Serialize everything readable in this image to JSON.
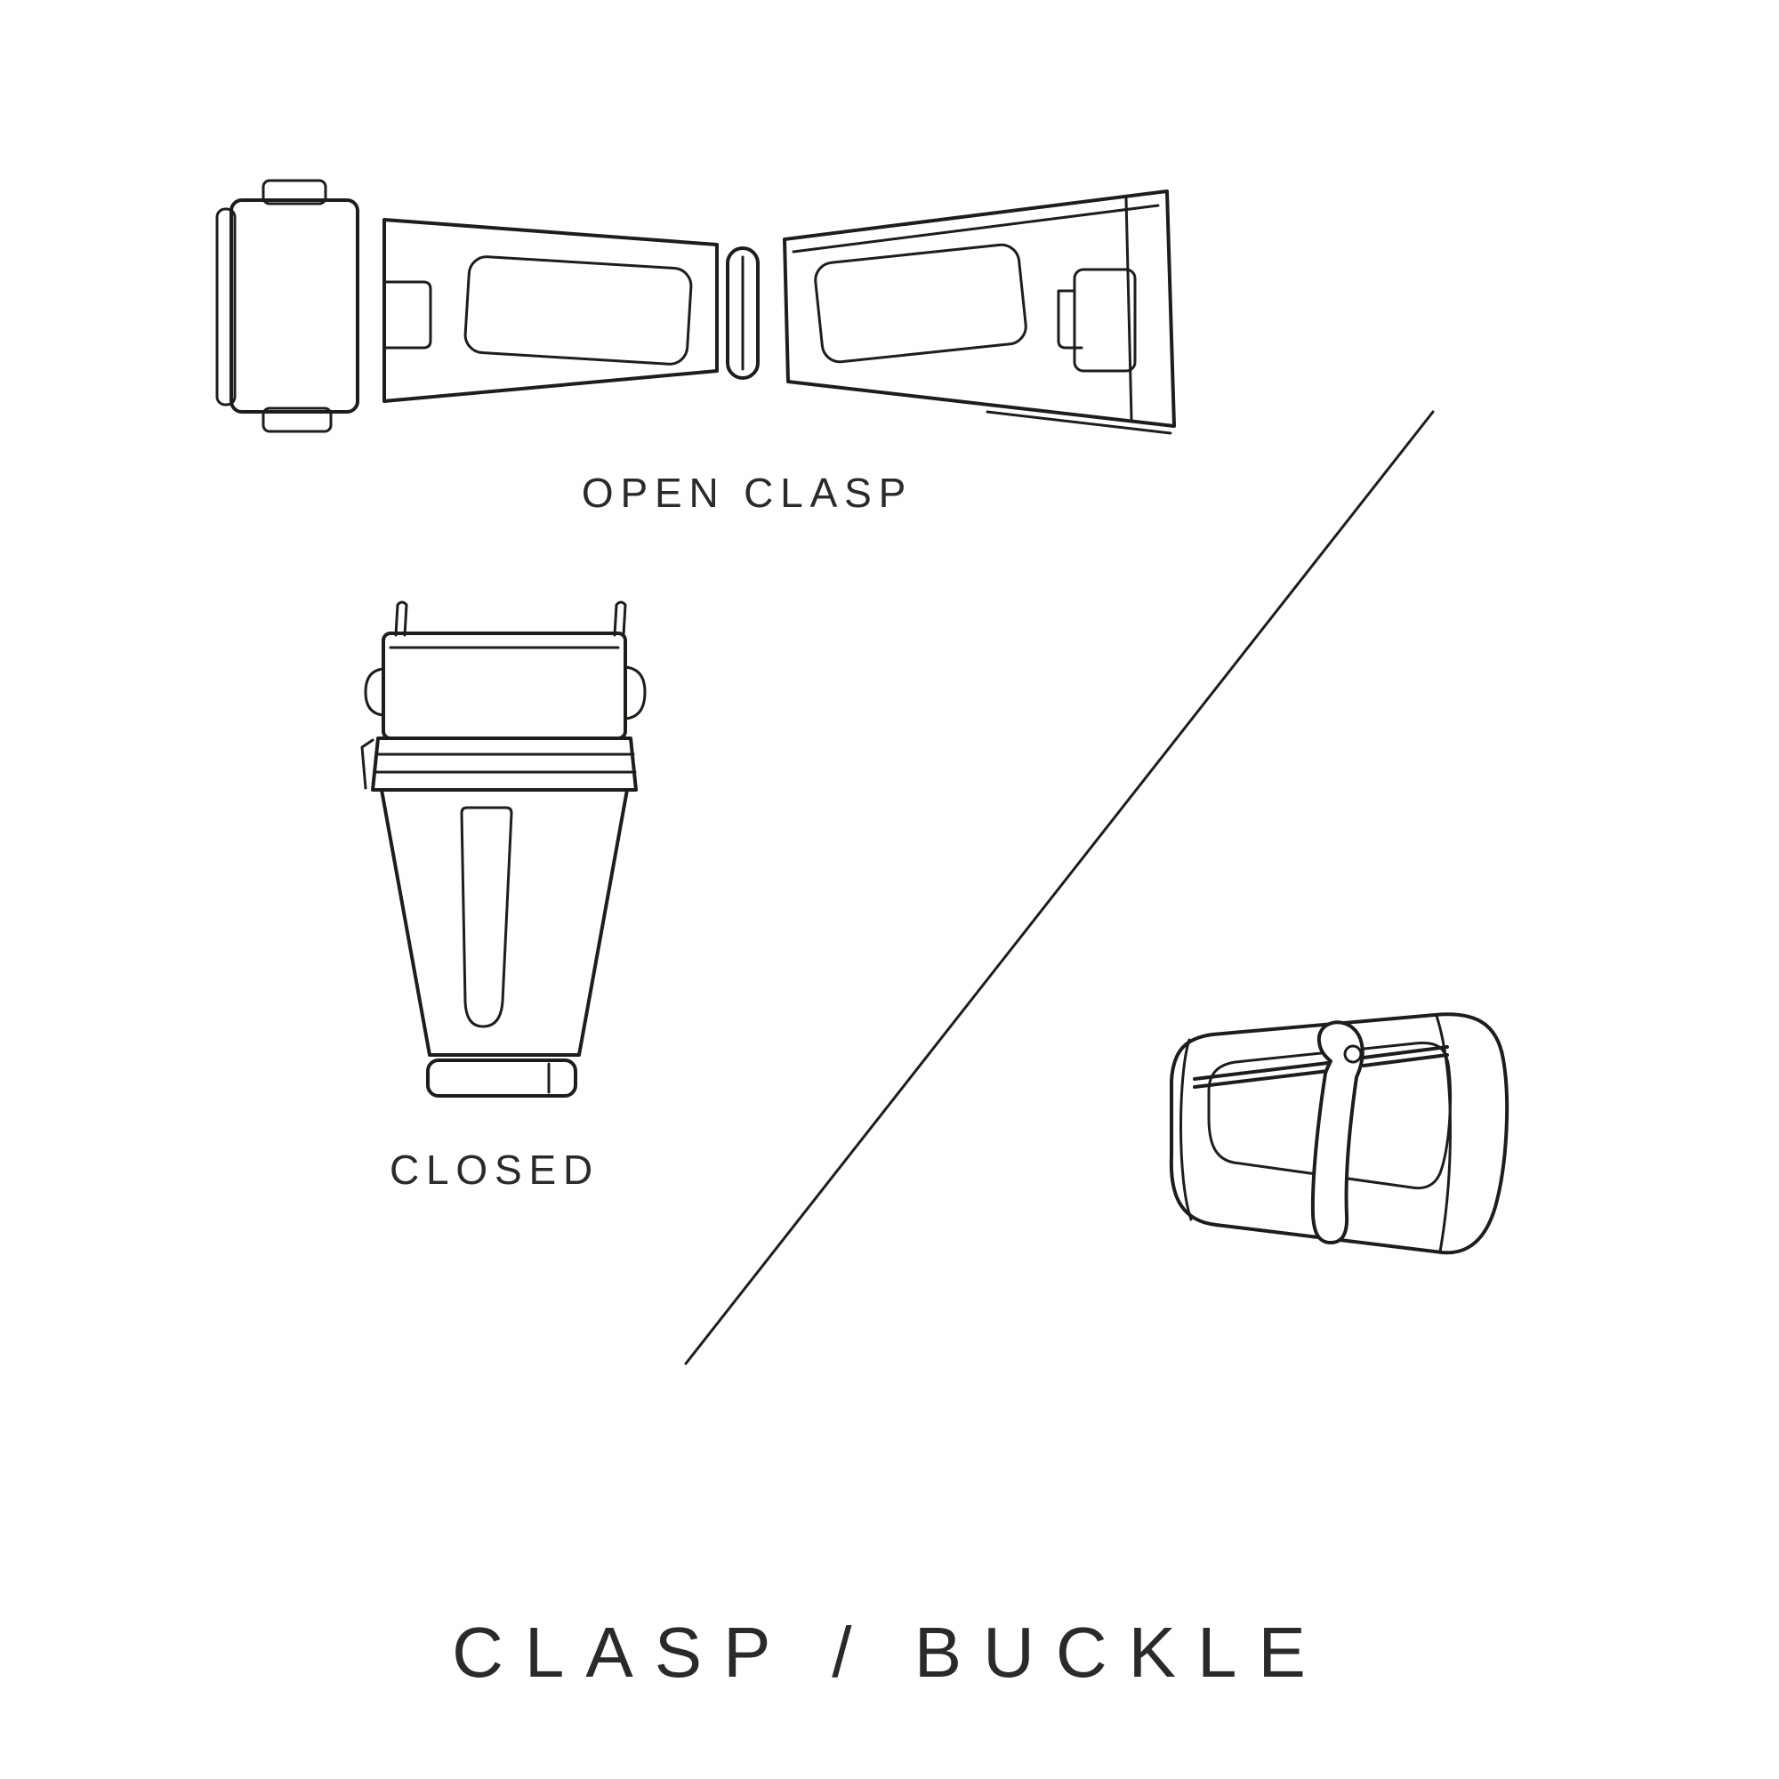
{
  "title": "CLASP / BUCKLE",
  "figures": {
    "open_clasp": {
      "label": "OPEN CLASP",
      "icon": "open-clasp-illustration"
    },
    "closed_clasp": {
      "label": "CLOSED",
      "icon": "closed-clasp-illustration"
    },
    "buckle": {
      "icon": "tang-buckle-illustration"
    }
  },
  "divider": {
    "icon": "diagonal-divider-line"
  },
  "colors": {
    "line": "#1d1d1b",
    "text": "#2a2a2a",
    "bg": "#ffffff"
  }
}
